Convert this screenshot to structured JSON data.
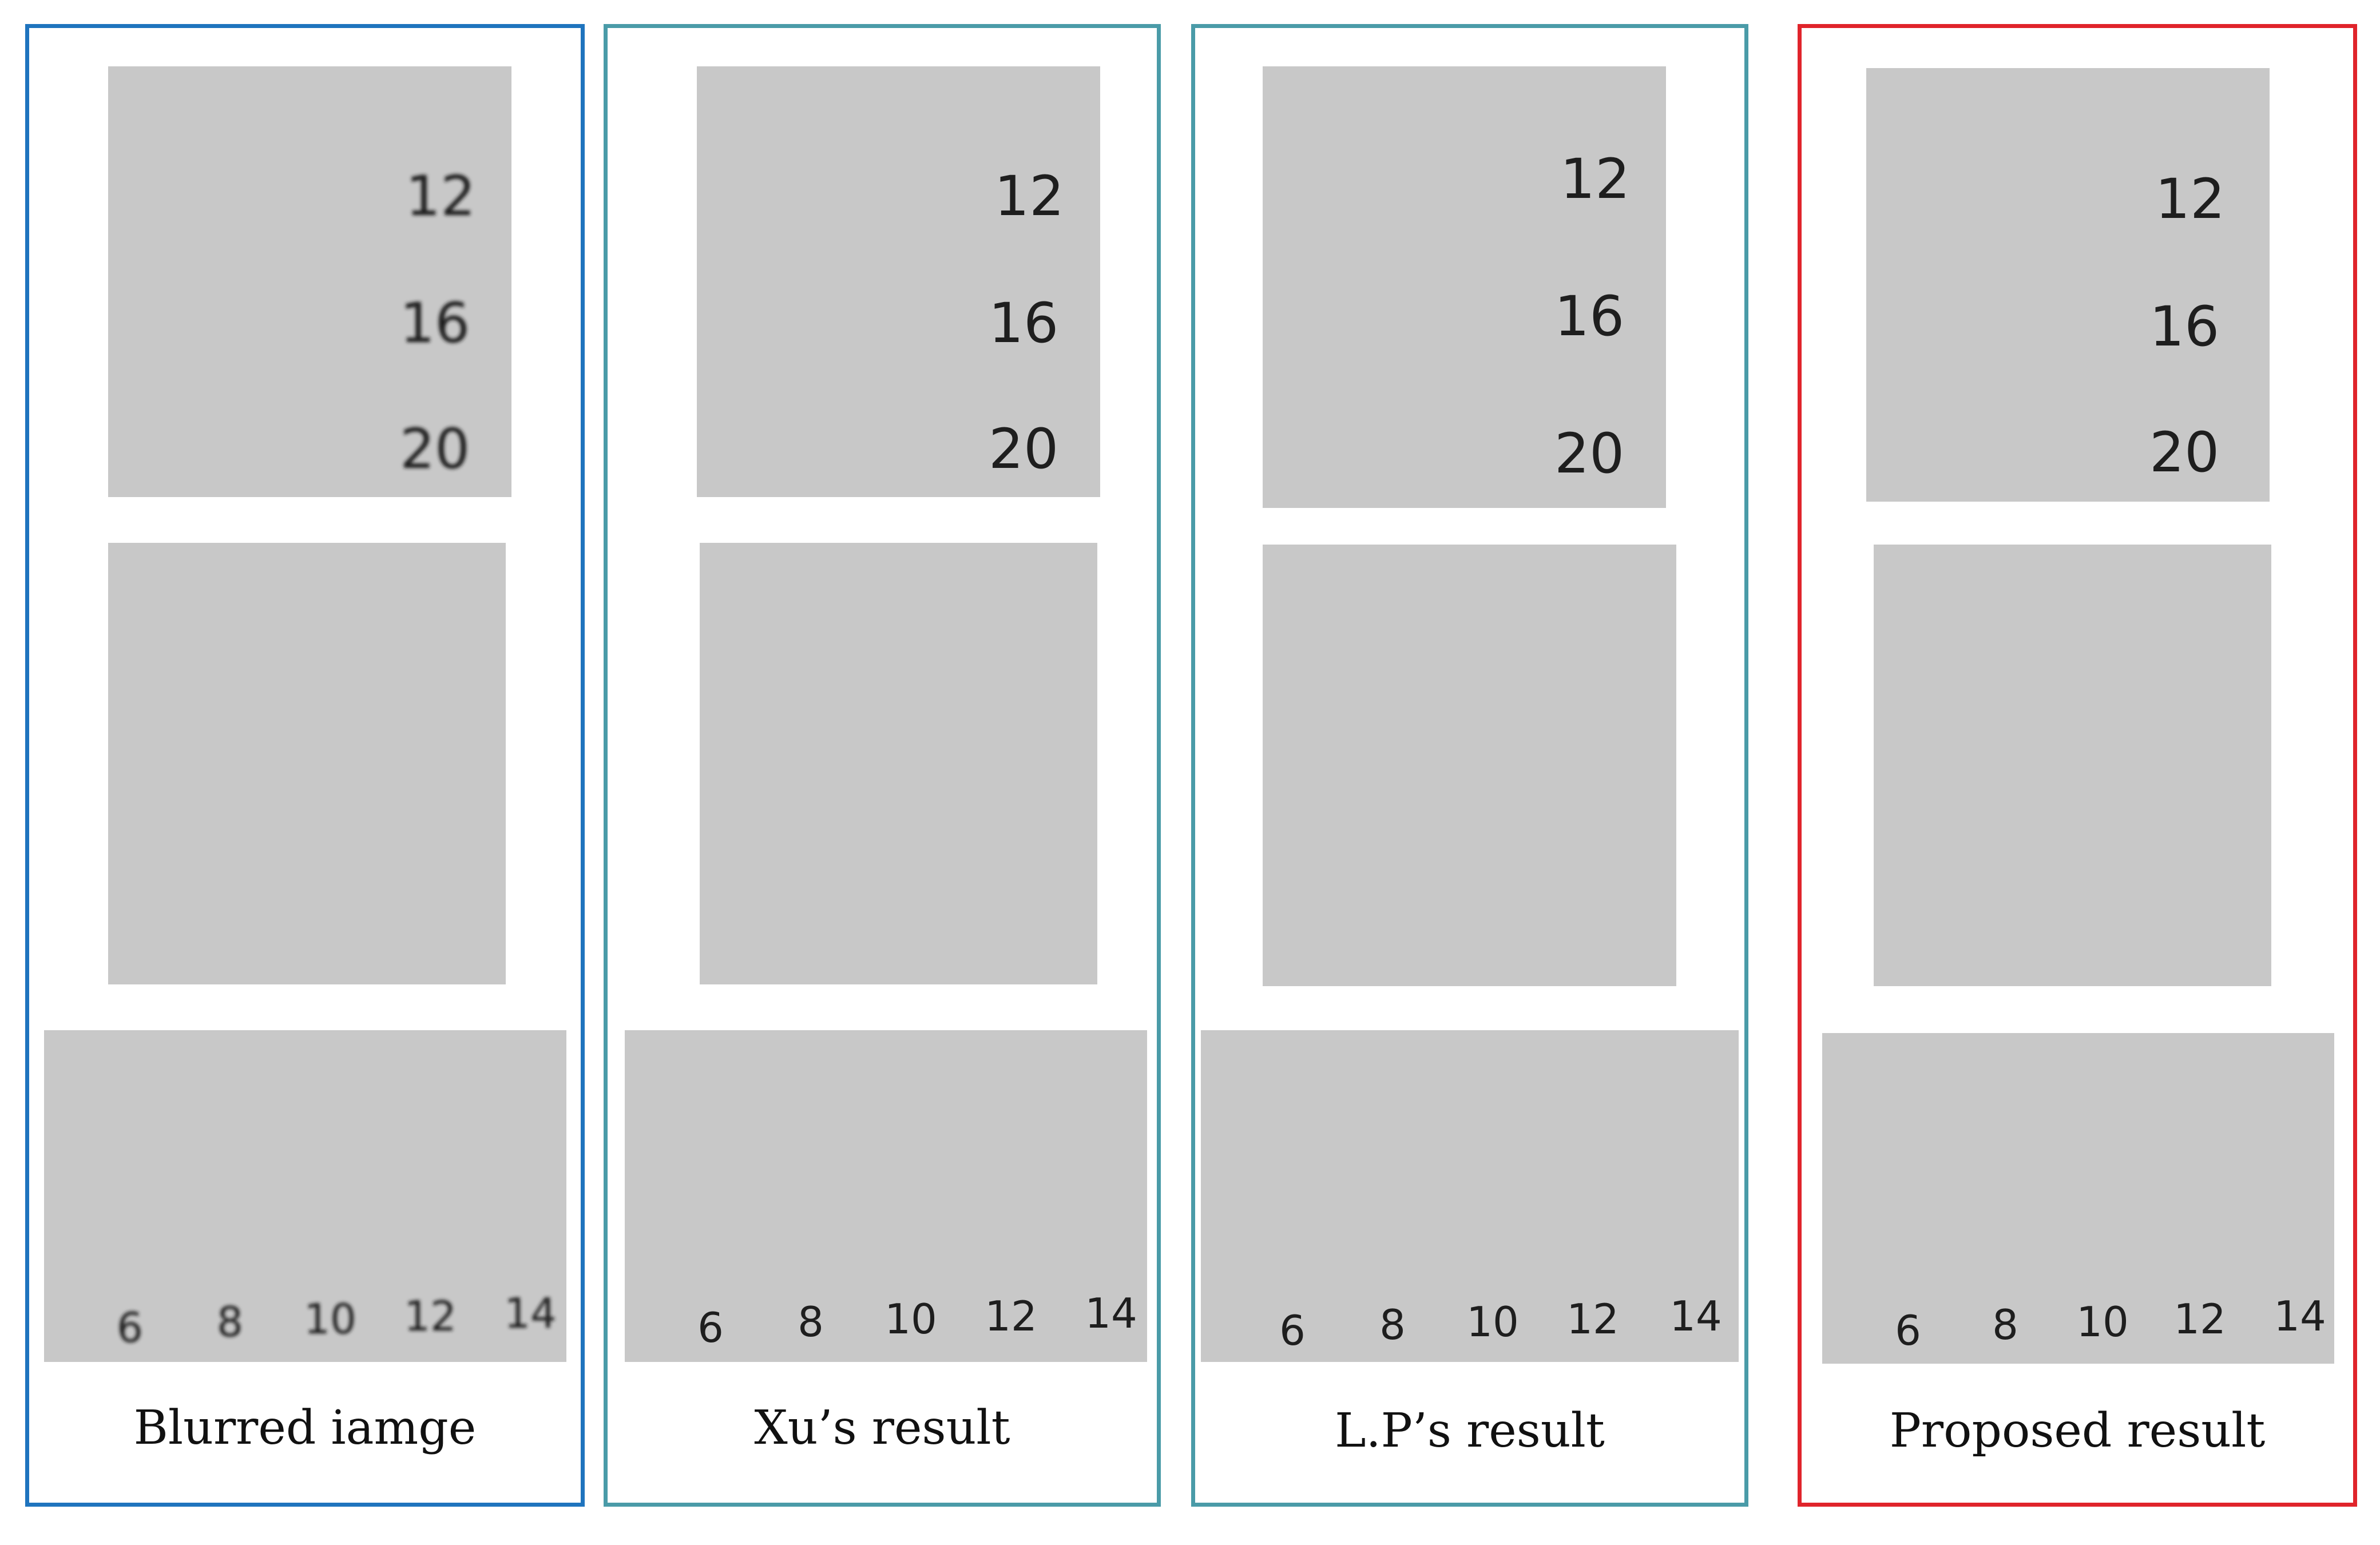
{
  "figure": {
    "panels": [
      {
        "id": "blurred",
        "caption": "Blurred iamge",
        "border_color": "#1f74be",
        "blur": 1,
        "scale_labels": [
          "12",
          "16",
          "20"
        ],
        "ruler_labels": [
          "6",
          "8",
          "10",
          "12",
          "14"
        ]
      },
      {
        "id": "xu",
        "caption": "Xu’s result",
        "border_color": "#4a9ba8",
        "blur": 0,
        "scale_labels": [
          "12",
          "16",
          "20"
        ],
        "ruler_labels": [
          "6",
          "8",
          "10",
          "12",
          "14"
        ]
      },
      {
        "id": "lp",
        "caption": "L.P’s result",
        "border_color": "#4a9ba8",
        "blur": 0,
        "scale_labels": [
          "12",
          "16",
          "20"
        ],
        "ruler_labels": [
          "6",
          "8",
          "10",
          "12",
          "14"
        ]
      },
      {
        "id": "proposed",
        "caption": "Proposed result",
        "border_color": "#e0242b",
        "blur": 0,
        "scale_labels": [
          "12",
          "16",
          "20"
        ],
        "ruler_labels": [
          "6",
          "8",
          "10",
          "12",
          "14"
        ]
      }
    ]
  },
  "colors": {
    "patch_bg": "#c8c8c8",
    "ink": "#4a4a4a",
    "dark_square": "#262626",
    "ring_light": "#d6d6d6"
  }
}
